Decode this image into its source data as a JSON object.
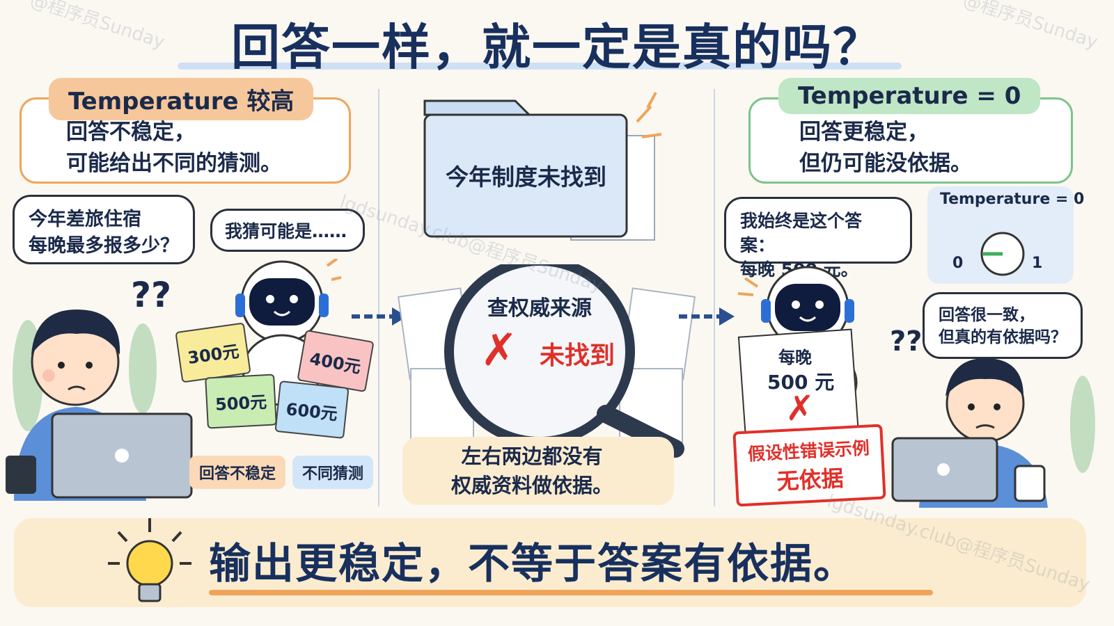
{
  "title": "回答一样，就一定是真的吗？",
  "left": {
    "label": "Temperature 较高",
    "text_line1": "回答不稳定，",
    "text_line2": "可能给出不同的猜测。",
    "user_bubble_line1": "今年差旅住宿",
    "user_bubble_line2": "每晚最多报多少？",
    "question_marks": "??",
    "robot_bubble": "我猜可能是……",
    "cards": [
      "300元",
      "400元",
      "500元",
      "600元"
    ],
    "tags": [
      "回答不稳定",
      "不同猜测"
    ]
  },
  "middle": {
    "folder_text": "今年制度未找到",
    "magnifier_title": "查权威来源",
    "not_found": "未找到",
    "note_line1": "左右两边都没有",
    "note_line2": "权威资料做依据。"
  },
  "right": {
    "label": "Temperature = 0",
    "text_line1": "回答更稳定，",
    "text_line2": "但仍可能没依据。",
    "robot_bubble_line1": "我始终是这个答案：",
    "robot_bubble_line2": "每晚 500 元。",
    "dial_label": "Temperature = 0",
    "dial_min": "0",
    "dial_max": "1",
    "sign_line1": "每晚",
    "sign_line2": "500 元",
    "stamp_line1": "假设性错误示例",
    "stamp_line2": "无依据",
    "user_bubble_line1": "回答很一致，",
    "user_bubble_line2": "但真的有依据吗？",
    "question_marks": "??"
  },
  "conclusion": "输出更稳定，不等于答案有依据。",
  "watermarks": [
    "@程序员Sunday",
    "lgdsunday.club@程序员Sunday"
  ],
  "colors": {
    "navy": "#18305e",
    "orange": "#f6c79b",
    "green": "#bfe6c5",
    "red": "#e0302a",
    "blue": "#2b6fd6"
  }
}
